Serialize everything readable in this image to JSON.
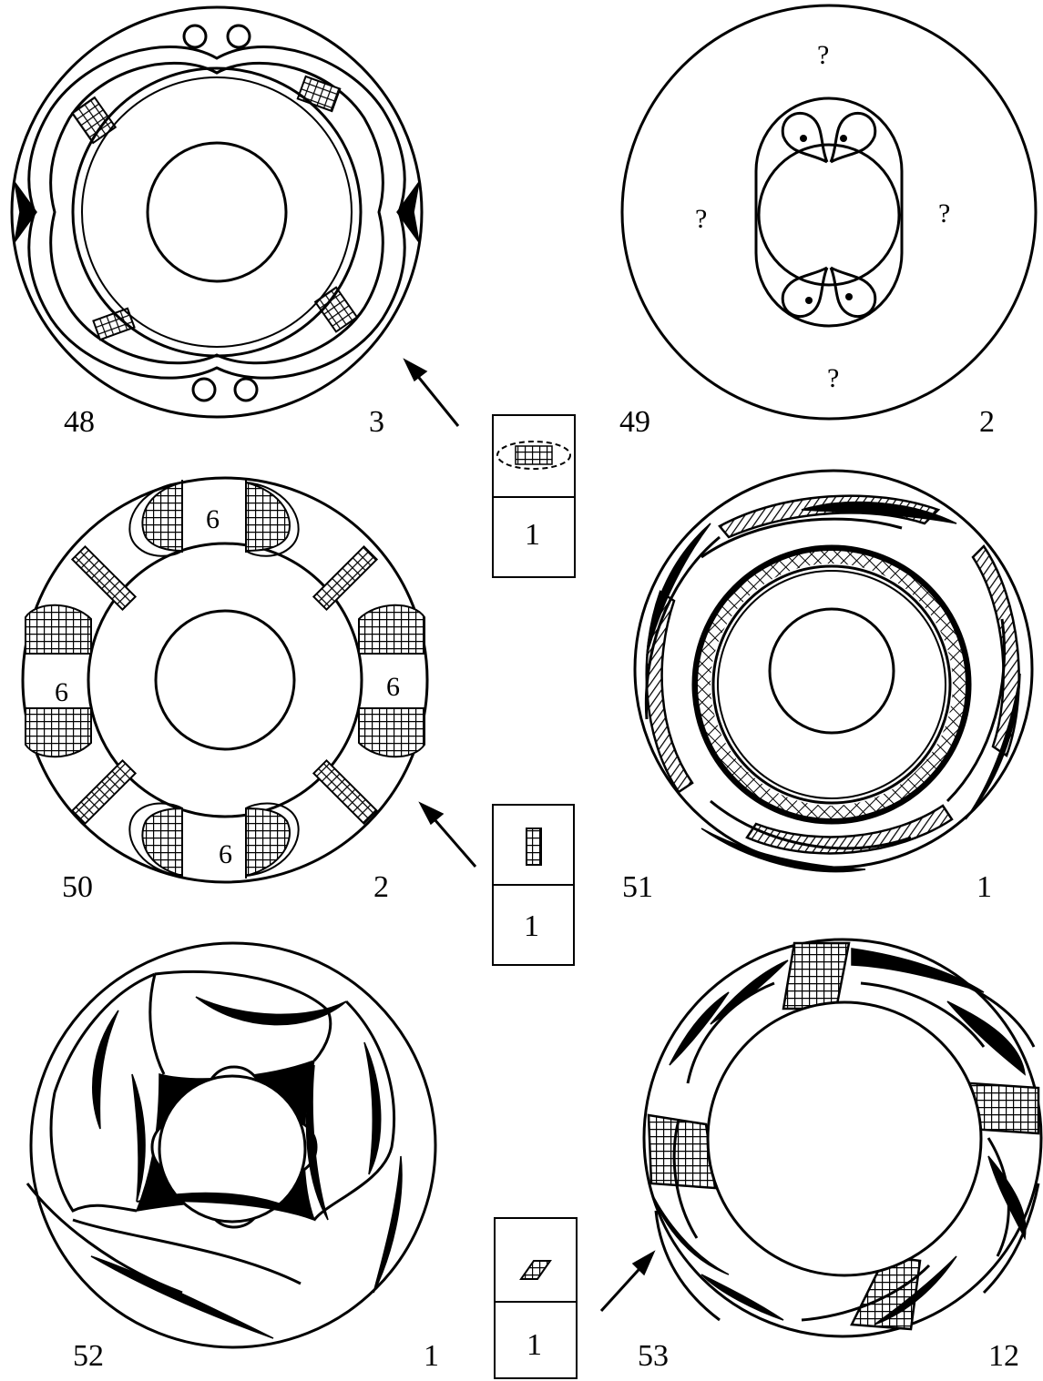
{
  "figures": [
    {
      "id": "48",
      "count": "3"
    },
    {
      "id": "49",
      "count": "2",
      "marks": [
        "?",
        "?",
        "?",
        "?"
      ]
    },
    {
      "id": "50",
      "count": "2",
      "marks": [
        "6",
        "6",
        "6",
        "6"
      ]
    },
    {
      "id": "51",
      "count": "1"
    },
    {
      "id": "52",
      "count": "1"
    },
    {
      "id": "53",
      "count": "12"
    }
  ],
  "legends": [
    {
      "value": "1"
    },
    {
      "value": "1"
    },
    {
      "value": "1"
    }
  ],
  "colors": {
    "ink": "#000000",
    "paper": "#ffffff"
  }
}
